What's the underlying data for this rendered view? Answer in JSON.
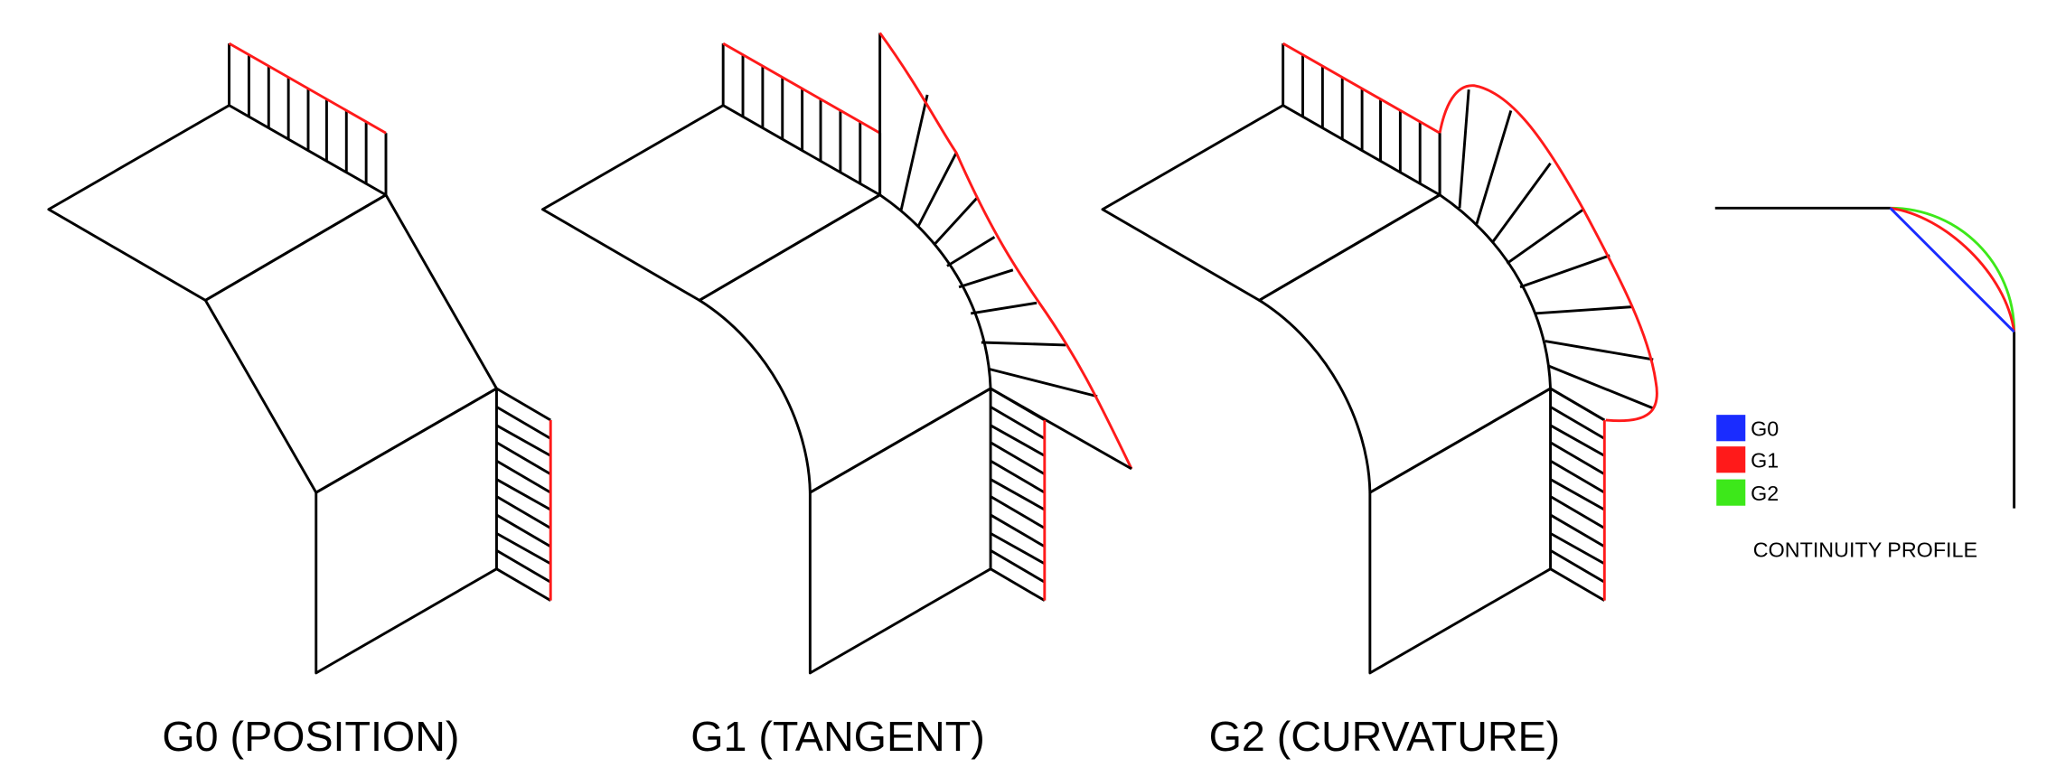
{
  "panels": [
    {
      "caption": "G0 (POSITION)"
    },
    {
      "caption": "G1 (TANGENT)"
    },
    {
      "caption": "G2 (CURVATURE)"
    }
  ],
  "legend": {
    "items": [
      {
        "label": "G0",
        "color": "#1a2cff"
      },
      {
        "label": "G1",
        "color": "#ff1a1a"
      },
      {
        "label": "G2",
        "color": "#3de81a"
      }
    ]
  },
  "profile": {
    "title": "CONTINUITY PROFILE"
  },
  "colors": {
    "stroke": "#000000",
    "highlight": "#ff1a1a",
    "background": "#ffffff"
  }
}
